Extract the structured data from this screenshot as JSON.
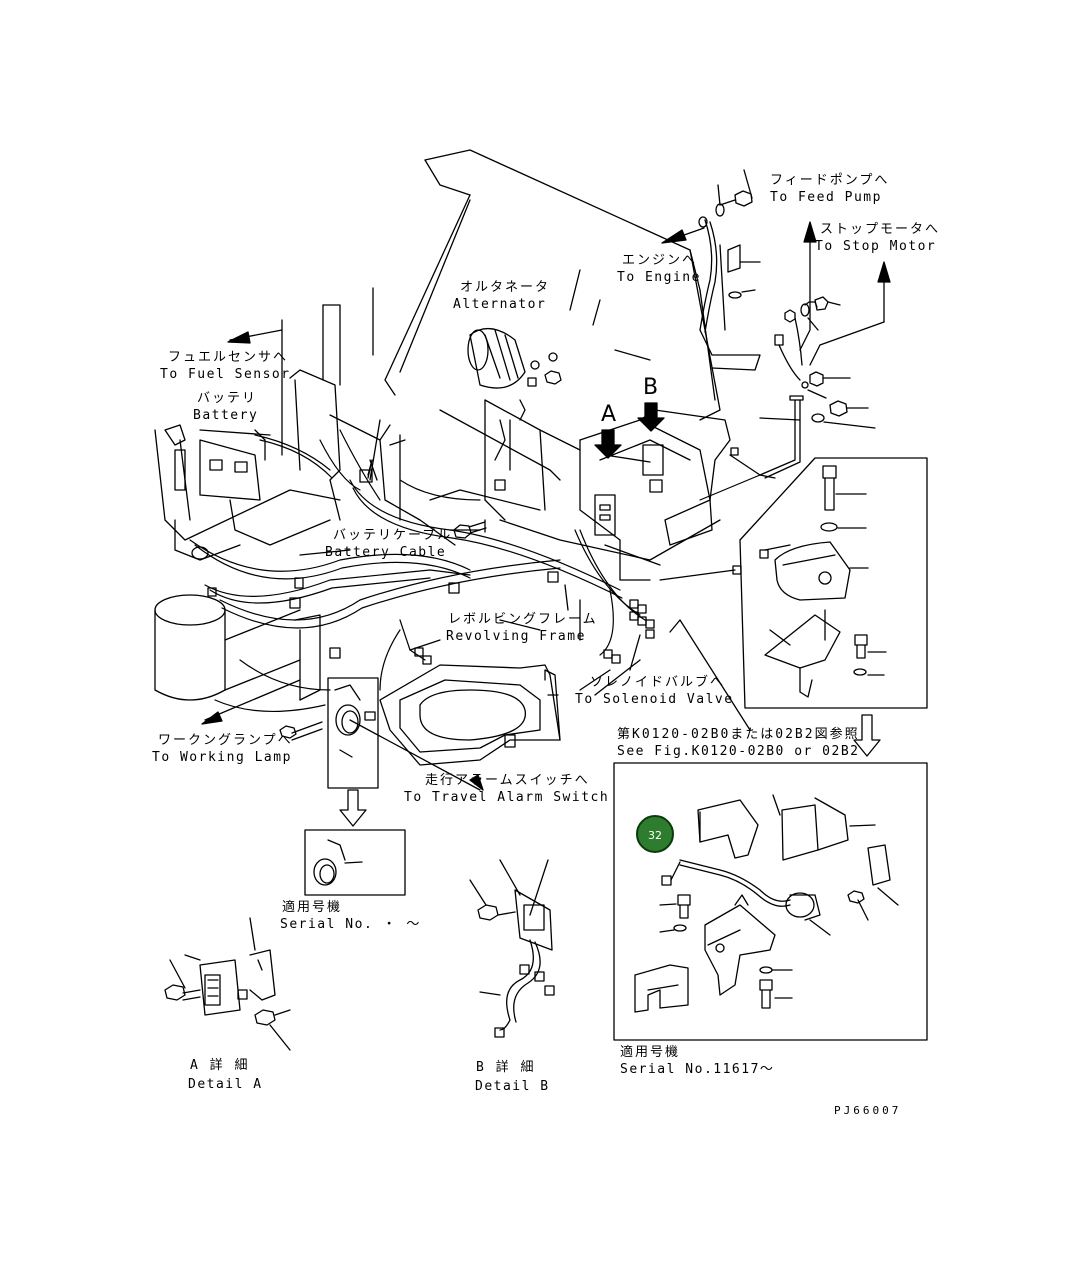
{
  "labels": {
    "feed_pump_jp": "フィードポンプへ",
    "feed_pump_en": "To Feed Pump",
    "stop_motor_jp": "ストップモータへ",
    "stop_motor_en": "To Stop Motor",
    "engine_jp": "エンジンへ",
    "engine_en": "To Engine",
    "alternator_jp": "オルタネータ",
    "alternator_en": "Alternator",
    "fuel_sensor_jp": "フュエルセンサへ",
    "fuel_sensor_en": "To Fuel Sensor",
    "battery_jp": "バッテリ",
    "battery_en": "Battery",
    "battery_cable_jp": "バッテリケーブル",
    "battery_cable_en": "Battery Cable",
    "revolving_frame_jp": "レボルビングフレーム",
    "revolving_frame_en": "Revolving Frame",
    "solenoid_valve_jp": "ソレノイドバルブへ",
    "solenoid_valve_en": "To Solenoid Valve",
    "working_lamp_jp": "ワークングランプへ",
    "working_lamp_en": "To Working Lamp",
    "travel_alarm_jp": "走行アラームスイッチへ",
    "travel_alarm_en": "To Travel Alarm Switch",
    "see_fig_jp": "第K0120-02B0または02B2図参照",
    "see_fig_en": "See Fig.K0120-02B0 or 02B2",
    "serial_left_jp": "適用号機",
    "serial_left_en": "Serial No.  ・  ～",
    "serial_right_jp": "適用号機",
    "serial_right_en": "Serial No.11617～",
    "detail_a_jp": "A 詳 細",
    "detail_a_en": "Detail A",
    "detail_b_jp": "B 詳 細",
    "detail_b_en": "Detail B",
    "arrow_a": "A",
    "arrow_b": "B",
    "drawing_code": "PJ66007"
  },
  "callout_badge": "32",
  "colors": {
    "line": "#000000",
    "badge_fill": "#2e7d2e"
  }
}
